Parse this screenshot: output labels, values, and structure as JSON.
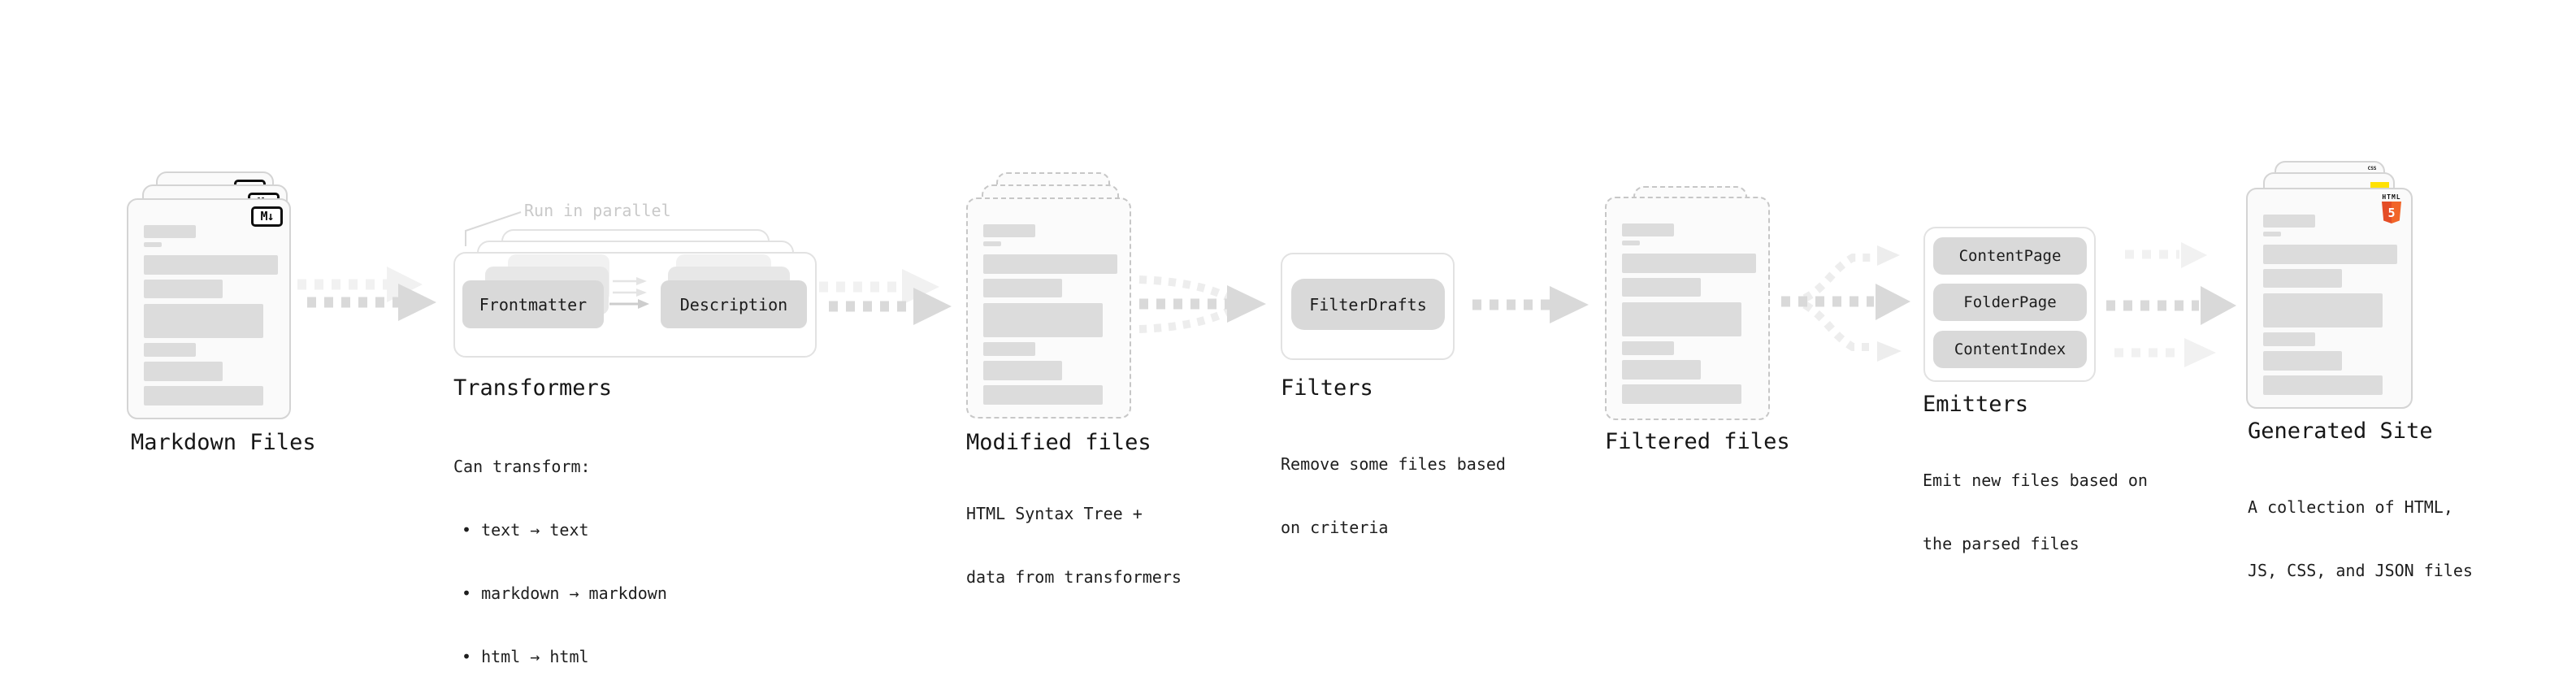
{
  "stages": {
    "markdown_files": {
      "label": "Markdown Files",
      "badge": "M↓"
    },
    "transformers": {
      "label": "Transformers",
      "run_note": "Run in parallel",
      "nodes": {
        "frontmatter": "Frontmatter",
        "description": "Description"
      },
      "details": [
        "Can transform:",
        "• text → text",
        "• markdown → markdown",
        "• html → html"
      ]
    },
    "modified_files": {
      "label": "Modified files",
      "details": [
        "HTML Syntax Tree +",
        "data from transformers"
      ]
    },
    "filters": {
      "label": "Filters",
      "nodes": {
        "filter_drafts": "FilterDrafts"
      },
      "details": [
        "Remove some files based",
        "on criteria"
      ]
    },
    "filtered_files": {
      "label": "Filtered files"
    },
    "emitters": {
      "label": "Emitters",
      "nodes": [
        "ContentPage",
        "FolderPage",
        "ContentIndex"
      ],
      "details": [
        "Emit new files based on",
        "the parsed files"
      ]
    },
    "generated_site": {
      "label": "Generated Site",
      "details": [
        "A collection of HTML,",
        "JS, CSS, and JSON files"
      ],
      "badges": {
        "html_word": "HTML",
        "html_number": "5",
        "css_word": "CSS"
      }
    }
  },
  "colors": {
    "html5_orange": "#e44d26",
    "js_yellow": "#ffe104",
    "css_blue": "#2e6de6",
    "arrow_dark": "#d9d9d9",
    "arrow_light": "#f1f1f1",
    "card_border": "#d4d4d4",
    "panel_border": "#e2e2e2",
    "node_gray": "#d9d9d9",
    "bar_gray": "#dcdcdc",
    "muted_note": "#c9c9c9"
  }
}
